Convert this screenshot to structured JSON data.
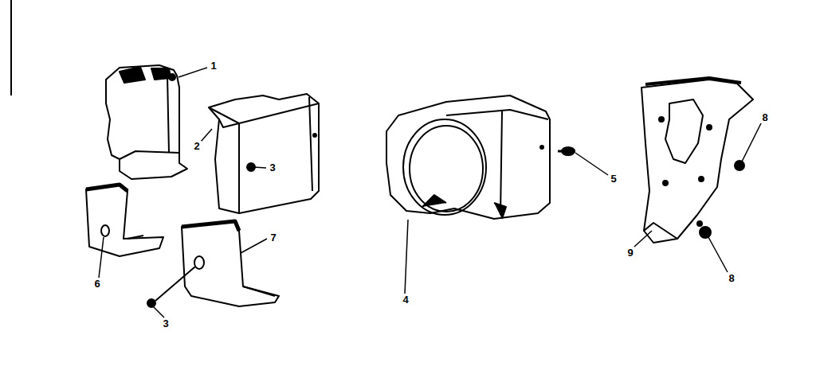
{
  "diagram": {
    "labels": [
      "1",
      "2",
      "3",
      "4",
      "5",
      "6",
      "7",
      "3",
      "8",
      "9",
      "8"
    ]
  }
}
